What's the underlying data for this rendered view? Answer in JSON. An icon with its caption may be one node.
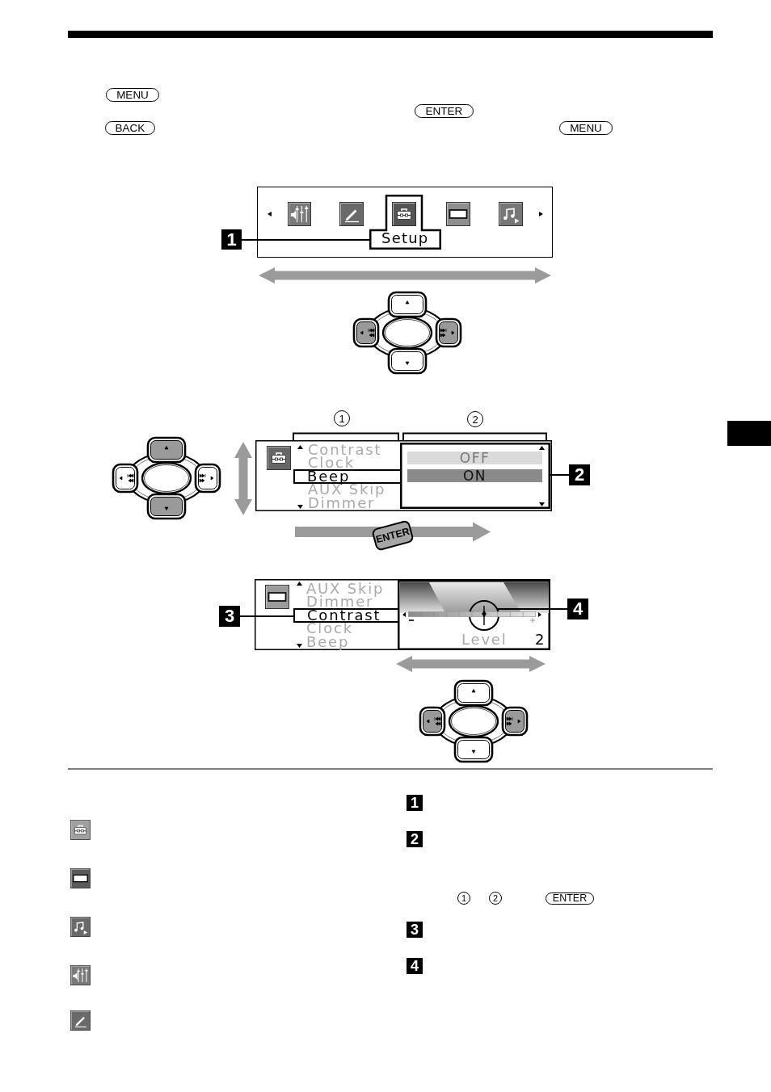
{
  "diagram": {
    "nodes": [
      {
        "text": [
          "MENU"
        ]
      },
      {
        "text": [
          "ENTER"
        ]
      },
      {
        "text": [
          "BACK"
        ]
      },
      {
        "text": [
          "MENU"
        ]
      },
      {
        "text": [],
        "shape": "box"
      },
      {
        "text": [
          "Setup"
        ],
        "in": 4
      },
      {
        "text": [
          "1"
        ]
      },
      {
        "text": [
          "1"
        ]
      },
      {
        "text": [
          "2"
        ]
      },
      {
        "text": [
          "Contrast",
          "Clock",
          "AUX Skip",
          "Dimmer"
        ]
      },
      {
        "text": [
          "Beep"
        ],
        "in": 9
      },
      {
        "text": [],
        "shape": "box",
        "in": 9
      },
      {
        "text": [
          "OFF"
        ],
        "in": 11
      },
      {
        "text": [
          "ON"
        ],
        "in": 11
      },
      {
        "text": [
          "2"
        ]
      },
      {
        "text": [
          "ENTER"
        ]
      },
      {
        "text": [
          "AUX Skip",
          "Dimmer",
          "Clock",
          "Beep"
        ]
      },
      {
        "text": [
          "Contrast"
        ],
        "in": 16
      },
      {
        "text": [
          "Level",
          "2"
        ],
        "in": 16
      },
      {
        "text": [],
        "shape": "circle",
        "in": 18
      },
      {
        "text": [
          "3"
        ]
      },
      {
        "text": [
          "4"
        ]
      },
      {
        "text": [
          "1"
        ]
      },
      {
        "text": [
          "2"
        ]
      },
      {
        "text": [
          "1"
        ]
      },
      {
        "text": [
          "2"
        ]
      },
      {
        "text": [
          "ENTER"
        ]
      },
      {
        "text": [
          "3"
        ]
      },
      {
        "text": [
          "4"
        ]
      }
    ],
    "edges": [
      {
        "from": 6,
        "to": 5,
        "arrow": "none"
      },
      {
        "from": 14,
        "to": 11,
        "arrow": "none"
      },
      {
        "from": 20,
        "to": 17,
        "arrow": "none"
      },
      {
        "from": 21,
        "to": 19,
        "arrow": "none"
      }
    ]
  }
}
